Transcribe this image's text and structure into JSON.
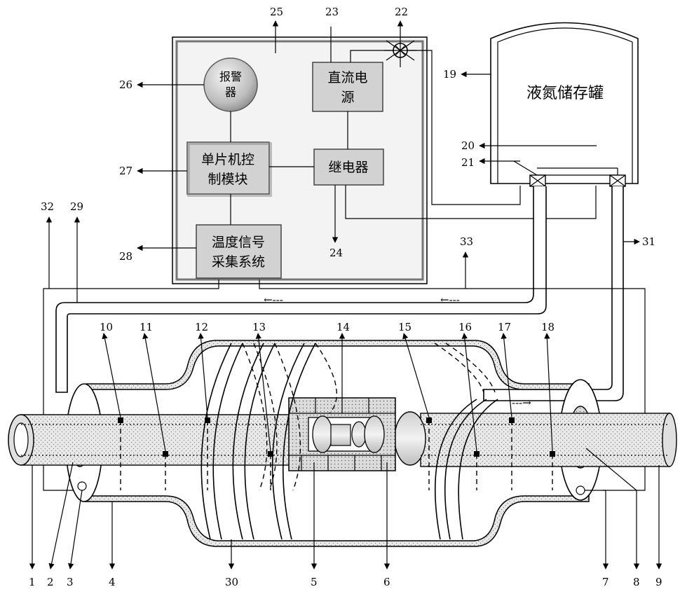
{
  "control_box": {
    "alarm": [
      "报警",
      "器"
    ],
    "mcu": [
      "单片机控",
      "制模块"
    ],
    "dc_power": [
      "直流电",
      "源"
    ],
    "relay": "继电器",
    "temp": [
      "温度信号",
      "采集系统"
    ]
  },
  "tank_label": "液氮储存罐",
  "callouts": {
    "n1": "1",
    "n2": "2",
    "n3": "3",
    "n4": "4",
    "n5": "5",
    "n6": "6",
    "n7": "7",
    "n8": "8",
    "n9": "9",
    "n10": "10",
    "n11": "11",
    "n12": "12",
    "n13": "13",
    "n14": "14",
    "n15": "15",
    "n16": "16",
    "n17": "17",
    "n18": "18",
    "n19": "19",
    "n20": "20",
    "n21": "21",
    "n22": "22",
    "n23": "23",
    "n24": "24",
    "n25": "25",
    "n26": "26",
    "n27": "27",
    "n28": "28",
    "n29": "29",
    "n30": "30",
    "n31": "31",
    "n32": "32",
    "n33": "33"
  },
  "flow_arrows": [
    "←---",
    "←---",
    "---→"
  ]
}
